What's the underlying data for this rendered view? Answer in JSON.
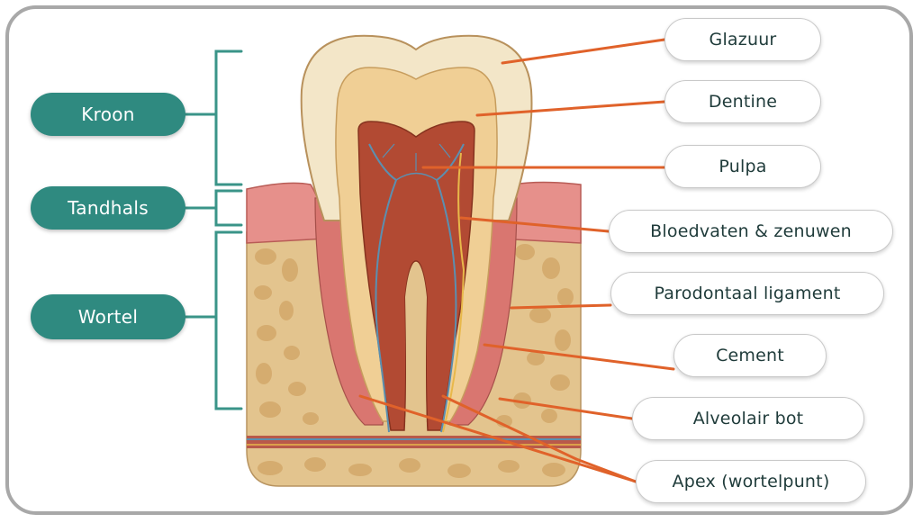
{
  "sections": [
    {
      "id": "kroon",
      "label": "Kroon"
    },
    {
      "id": "tandhals",
      "label": "Tandhals"
    },
    {
      "id": "wortel",
      "label": "Wortel"
    }
  ],
  "labels": [
    {
      "id": "glazuur",
      "label": "Glazuur"
    },
    {
      "id": "dentine",
      "label": "Dentine"
    },
    {
      "id": "pulpa",
      "label": "Pulpa"
    },
    {
      "id": "bloedvaten",
      "label": "Bloedvaten & zenuwen"
    },
    {
      "id": "parodontaal",
      "label": "Parodontaal ligament"
    },
    {
      "id": "cement",
      "label": "Cement"
    },
    {
      "id": "alveolair",
      "label": "Alveolair bot"
    },
    {
      "id": "apex",
      "label": "Apex (wortelpunt)"
    }
  ],
  "colors": {
    "section_fill": "#2f8a80",
    "bracket": "#3a9488",
    "leader": "#e0622a",
    "enamel": "#f3e6c8",
    "dentin": "#f0cf95",
    "pulp": "#b24a33",
    "gum": "#e6908b",
    "bone": "#e3c48e",
    "nerve": "#e8b84a",
    "vessel": "#5b8fb0"
  }
}
